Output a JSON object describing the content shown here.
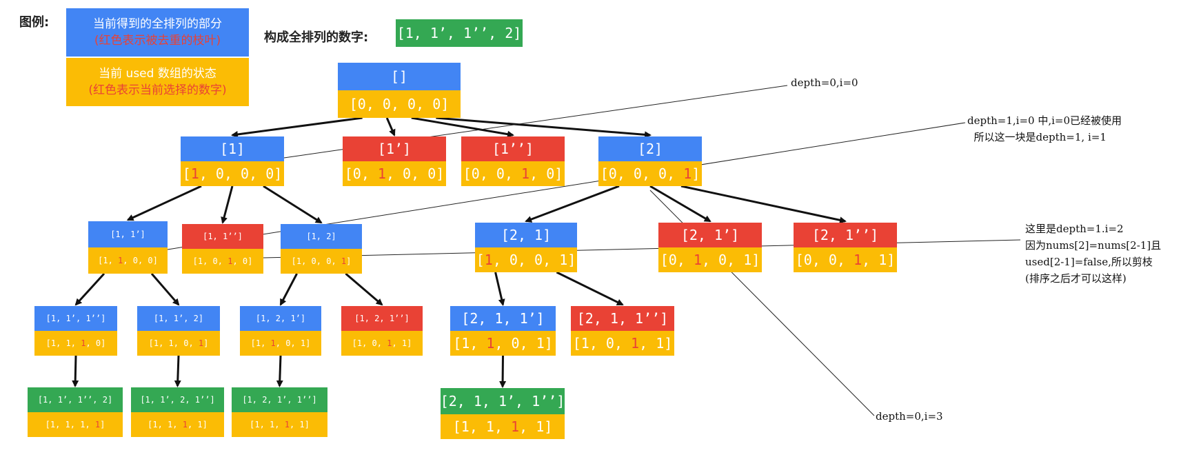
{
  "legend": {
    "label": "图例:",
    "blue_title": "当前得到的全排列的部分",
    "blue_sub": "(红色表示被去重的枝叶)",
    "yellow_title": "当前 used 数组的状态",
    "yellow_sub": "(红色表示当前选择的数字)"
  },
  "header": {
    "label": "构成全排列的数字:",
    "value": "[1, 1’, 1’’, 2]"
  },
  "colors": {
    "blue": "#4285f4",
    "red": "#e94235",
    "yellow": "#fbbc05",
    "green": "#34a853"
  },
  "nodes": [
    {
      "id": "root",
      "perm": "[]",
      "perm_color": "blue",
      "used": [
        "0",
        "0",
        "0",
        "0"
      ],
      "hi": -1
    },
    {
      "id": "n1",
      "perm": "[1]",
      "perm_color": "blue",
      "used": [
        "1",
        "0",
        "0",
        "0"
      ],
      "hi": 0
    },
    {
      "id": "n1p",
      "perm": "[1’]",
      "perm_color": "red",
      "used": [
        "0",
        "1",
        "0",
        "0"
      ],
      "hi": 1
    },
    {
      "id": "n1pp",
      "perm": "[1’’]",
      "perm_color": "red",
      "used": [
        "0",
        "0",
        "1",
        "0"
      ],
      "hi": 2
    },
    {
      "id": "n2",
      "perm": "[2]",
      "perm_color": "blue",
      "used": [
        "0",
        "0",
        "0",
        "1"
      ],
      "hi": 3
    },
    {
      "id": "n11",
      "perm": "[1, 1’]",
      "perm_color": "blue",
      "used": [
        "1",
        "1",
        "0",
        "0"
      ],
      "hi": 1
    },
    {
      "id": "n11pp",
      "perm": "[1, 1’’]",
      "perm_color": "red",
      "used": [
        "1",
        "0",
        "1",
        "0"
      ],
      "hi": 2
    },
    {
      "id": "n12",
      "perm": "[1, 2]",
      "perm_color": "blue",
      "used": [
        "1",
        "0",
        "0",
        "1"
      ],
      "hi": 3
    },
    {
      "id": "n21",
      "perm": "[2, 1]",
      "perm_color": "blue",
      "used": [
        "1",
        "0",
        "0",
        "1"
      ],
      "hi": 0
    },
    {
      "id": "n21p",
      "perm": "[2, 1’]",
      "perm_color": "red",
      "used": [
        "0",
        "1",
        "0",
        "1"
      ],
      "hi": 1
    },
    {
      "id": "n21pp",
      "perm": "[2, 1’’]",
      "perm_color": "red",
      "used": [
        "0",
        "0",
        "1",
        "1"
      ],
      "hi": 2
    },
    {
      "id": "n111",
      "perm": "[1, 1’, 1’’]",
      "perm_color": "blue",
      "used": [
        "1",
        "1",
        "1",
        "0"
      ],
      "hi": 2
    },
    {
      "id": "n112",
      "perm": "[1, 1’, 2]",
      "perm_color": "blue",
      "used": [
        "1",
        "1",
        "0",
        "1"
      ],
      "hi": 3
    },
    {
      "id": "n121",
      "perm": "[1, 2, 1’]",
      "perm_color": "blue",
      "used": [
        "1",
        "1",
        "0",
        "1"
      ],
      "hi": 1
    },
    {
      "id": "n121pp",
      "perm": "[1, 2, 1’’]",
      "perm_color": "red",
      "used": [
        "1",
        "0",
        "1",
        "1"
      ],
      "hi": 2
    },
    {
      "id": "n211",
      "perm": "[2, 1, 1’]",
      "perm_color": "blue",
      "used": [
        "1",
        "1",
        "0",
        "1"
      ],
      "hi": 1
    },
    {
      "id": "n211pp",
      "perm": "[2, 1, 1’’]",
      "perm_color": "red",
      "used": [
        "1",
        "0",
        "1",
        "1"
      ],
      "hi": 2
    },
    {
      "id": "leaf1",
      "perm": "[1, 1’, 1’’, 2]",
      "perm_color": "green",
      "used": [
        "1",
        "1",
        "1",
        "1"
      ],
      "hi": 3
    },
    {
      "id": "leaf2",
      "perm": "[1, 1’, 2, 1’’]",
      "perm_color": "green",
      "used": [
        "1",
        "1",
        "1",
        "1"
      ],
      "hi": 2
    },
    {
      "id": "leaf3",
      "perm": "[1, 2, 1’, 1’’]",
      "perm_color": "green",
      "used": [
        "1",
        "1",
        "1",
        "1"
      ],
      "hi": 2
    },
    {
      "id": "leaf4",
      "perm": "[2, 1, 1’, 1’’]",
      "perm_color": "green",
      "used": [
        "1",
        "1",
        "1",
        "1"
      ],
      "hi": 2
    }
  ],
  "edges": [
    [
      "root",
      "n1"
    ],
    [
      "root",
      "n1p"
    ],
    [
      "root",
      "n1pp"
    ],
    [
      "root",
      "n2"
    ],
    [
      "n1",
      "n11"
    ],
    [
      "n1",
      "n11pp"
    ],
    [
      "n1",
      "n12"
    ],
    [
      "n2",
      "n21"
    ],
    [
      "n2",
      "n21p"
    ],
    [
      "n2",
      "n21pp"
    ],
    [
      "n11",
      "n111"
    ],
    [
      "n11",
      "n112"
    ],
    [
      "n12",
      "n121"
    ],
    [
      "n12",
      "n121pp"
    ],
    [
      "n21",
      "n211"
    ],
    [
      "n21",
      "n211pp"
    ],
    [
      "n111",
      "leaf1"
    ],
    [
      "n112",
      "leaf2"
    ],
    [
      "n121",
      "leaf3"
    ],
    [
      "n211",
      "leaf4"
    ]
  ],
  "annotations": [
    {
      "id": "note-d0i0",
      "lines": [
        "depth=0,i=0"
      ],
      "target": "n1"
    },
    {
      "id": "note-d1i1",
      "lines": [
        "depth=1,i=0 中,i=0已经被使用",
        "  所以这一块是depth=1, i=1"
      ],
      "target": "n11"
    },
    {
      "id": "note-d1i2",
      "lines": [
        "这里是depth=1.i=2",
        "因为nums[2]=nums[2-1]且",
        "used[2-1]=false,所以剪枝",
        "(排序之后才可以这样)"
      ],
      "target": "n11pp"
    },
    {
      "id": "note-d0i3",
      "lines": [
        "depth=0,i=3"
      ],
      "target": "n2"
    }
  ]
}
